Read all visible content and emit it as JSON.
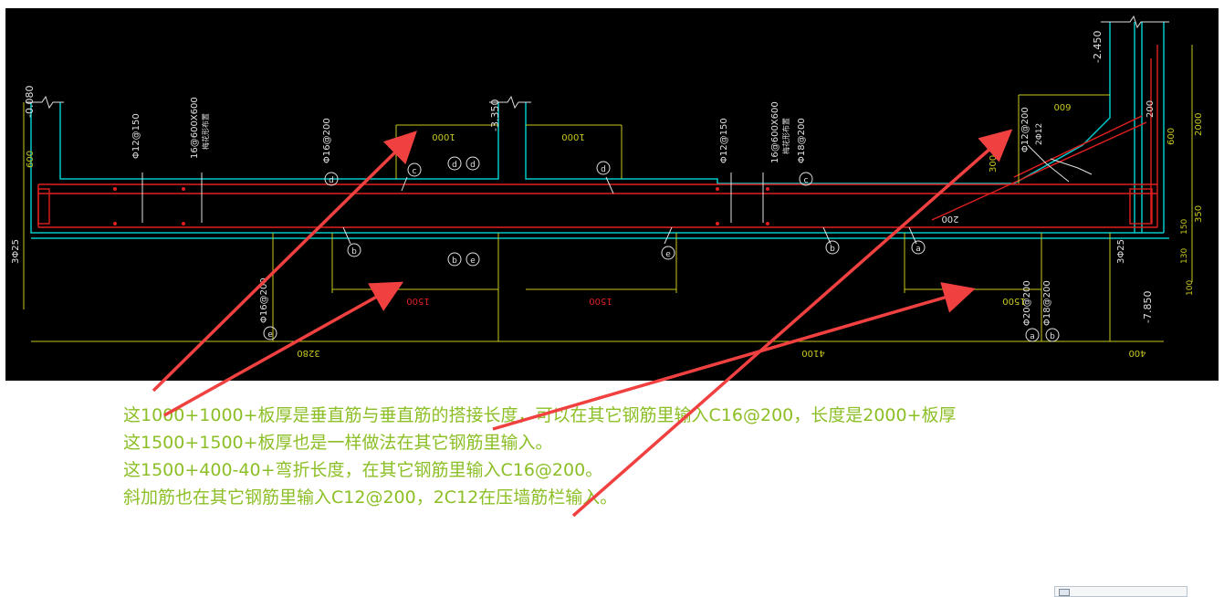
{
  "colors": {
    "background": "#000000",
    "wall": "#00c8c8",
    "rebar": "#e02020",
    "dimension": "#c8c820",
    "label": "#e0e0e0",
    "callout": "#f04040",
    "note_text": "#8cbf26"
  },
  "drawing": {
    "elevations": {
      "left_top": "-0.080",
      "mid_top": "-3.350",
      "right_top": "-2.450",
      "bottom": "-7.850"
    },
    "rebar_labels": {
      "l1": "Φ12@150",
      "l2": "16@600X600",
      "l2b": "梅花形布置",
      "l3": "Φ16@200",
      "l4": "Φ12@150",
      "l5": "16@600X600",
      "l5b": "梅花形布置",
      "l6": "Φ18@200",
      "l7": "Φ12@200",
      "l7b": "2Φ12",
      "l8": "Φ16@200",
      "l9": "Φ20@200",
      "l10": "Φ18@200",
      "left_bars": "3Φ25",
      "right_bars": "3Φ25"
    },
    "dimensions": {
      "d1000a": "1000",
      "d1000b": "1000",
      "d1500a": "1500",
      "d1500b": "1500",
      "d1500c": "1500",
      "d600top": "600",
      "d600left": "600",
      "d200": "200",
      "d200r": "200",
      "d300": "300",
      "d600r": "600",
      "d2000": "2000",
      "d350": "350",
      "d100": "100",
      "d3280": "3280",
      "d4100": "4100",
      "d400": "400",
      "d150": "150",
      "d130": "130"
    },
    "marks": {
      "c": "c",
      "d": "d",
      "b": "b",
      "e": "e",
      "a": "a"
    }
  },
  "notes": [
    "这1000+1000+板厚是垂直筋与垂直筋的搭接长度，可以在其它钢筋里输入C16@200，长度是2000+板厚",
    "这1500+1500+板厚也是一样做法在其它钢筋里输入。",
    "这1500+400-40+弯折长度，在其它钢筋里输入C16@200。",
    "斜加筋也在其它钢筋里输入C12@200，2C12在压墙筋栏输入。"
  ]
}
